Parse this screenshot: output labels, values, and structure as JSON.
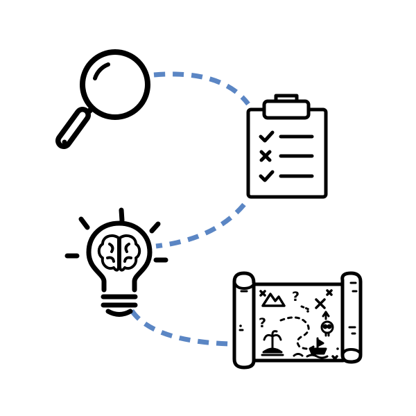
{
  "colors": {
    "background": "#ffffff",
    "icon_stroke": "#000000",
    "connector": "#5b86c4"
  },
  "nodes": [
    {
      "id": "magnifier",
      "icon": "magnifying-glass-icon"
    },
    {
      "id": "checklist",
      "icon": "clipboard-checklist-icon"
    },
    {
      "id": "idea",
      "icon": "lightbulb-brain-icon"
    },
    {
      "id": "map",
      "icon": "treasure-map-icon"
    }
  ],
  "checklist_marks": [
    "check",
    "cross",
    "check"
  ],
  "map_symbols": {
    "question_mark_top": "?",
    "question_mark_left": "?"
  }
}
